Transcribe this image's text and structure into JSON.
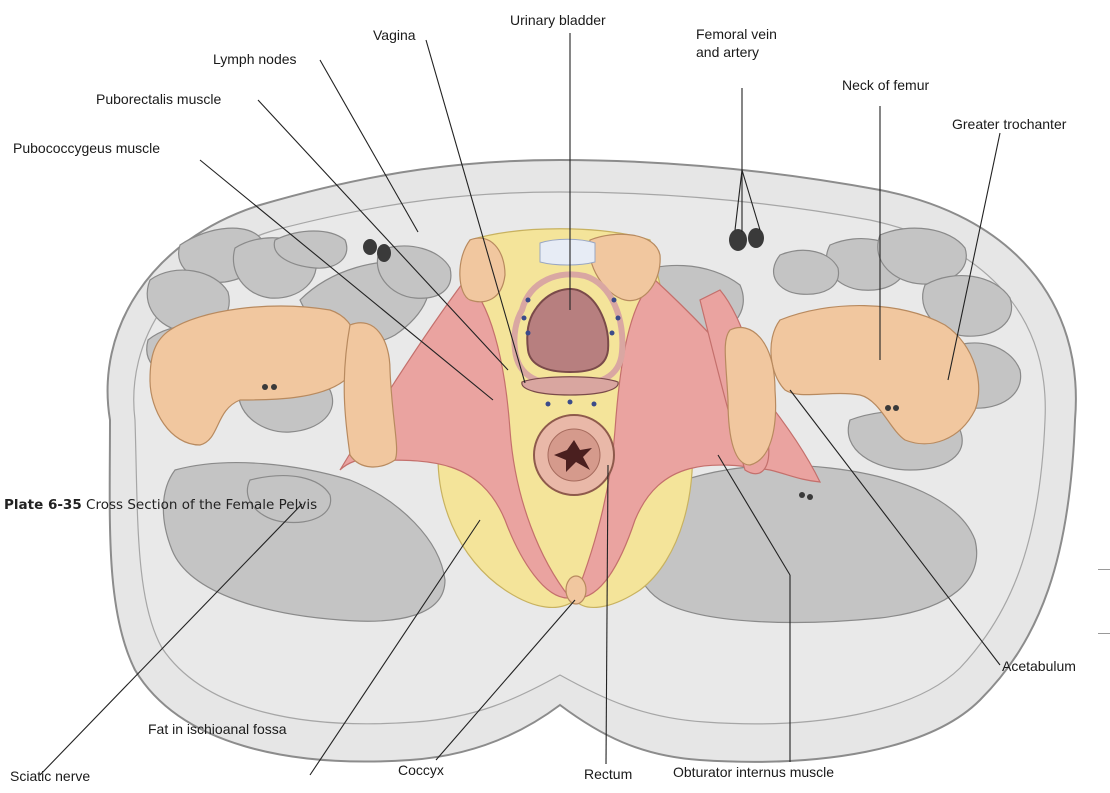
{
  "caption": {
    "plate_number": "Plate 6-35",
    "title": "Cross Section of the Female Pelvis"
  },
  "labels": {
    "urinary_bladder": "Urinary bladder",
    "vagina": "Vagina",
    "lymph_nodes": "Lymph nodes",
    "puborectalis": "Puborectalis muscle",
    "pubococcygeus": "Pubococcygeus muscle",
    "femoral_line1": "Femoral vein",
    "femoral_line2": "and artery",
    "neck_of_femur": "Neck of femur",
    "greater_trochanter": "Greater trochanter",
    "sciatic_nerve": "Sciatic nerve",
    "fat_ischioanal": "Fat in ischioanal fossa",
    "coccyx": "Coccyx",
    "rectum": "Rectum",
    "obturator_internus": "Obturator internus muscle",
    "acetabulum": "Acetabulum"
  },
  "colors": {
    "skin": "#e6e6e6",
    "muscle_gray": "#c4c4c4",
    "bone": "#f1c79f",
    "fat": "#f4e49a",
    "red_muscle": "#eaa3a0",
    "bladder": "#b77f7f",
    "leader": "#222222"
  }
}
